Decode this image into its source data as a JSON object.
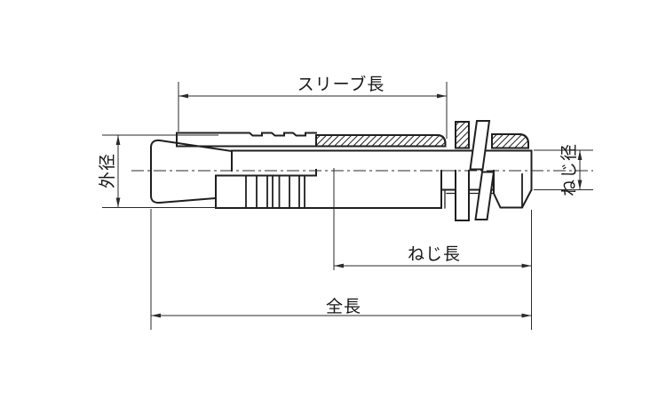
{
  "drawing": {
    "background": "#ffffff",
    "line_color": "#1f1f1f",
    "dimension_color": "#2a2a2a",
    "dimensions": {
      "sleeve_length": {
        "label": "スリーブ長"
      },
      "outer_diameter": {
        "label": "外径"
      },
      "thread_diameter": {
        "label": "ねじ径"
      },
      "thread_length": {
        "label": "ねじ長"
      },
      "total_length": {
        "label": "全長"
      }
    }
  }
}
